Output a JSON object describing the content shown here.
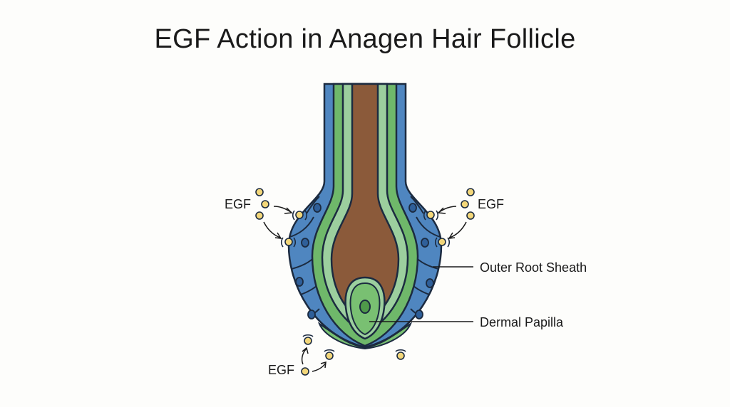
{
  "title": "EGF Action in Anagen Hair Follicle",
  "labels": {
    "egf_left": "EGF",
    "egf_right": "EGF",
    "egf_bottom": "EGF",
    "outer_root_sheath": "Outer Root Sheath",
    "dermal_papilla": "Dermal Papilla"
  },
  "colors": {
    "outer_root_sheath": "#4f86c0",
    "inner_green": "#6fb86a",
    "pale_green": "#9ccf9e",
    "hair_shaft": "#8b5a3a",
    "dermal_papilla": "#79c072",
    "egf_particle": "#f3d77a"
  }
}
